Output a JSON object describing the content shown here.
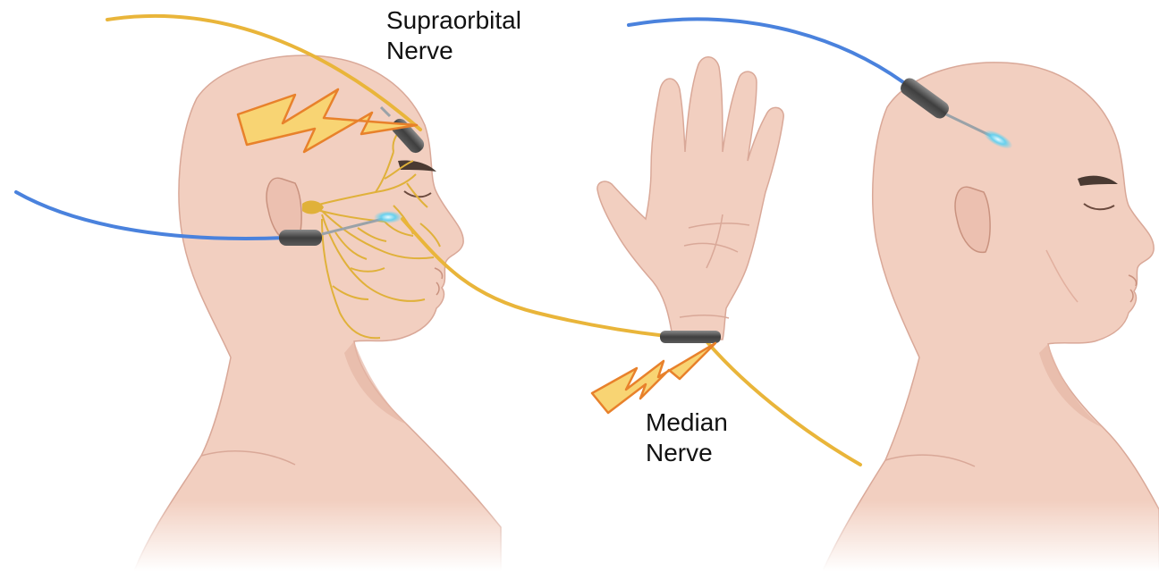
{
  "labels": {
    "supraorbital_line1": "Supraorbital",
    "supraorbital_line2": "Nerve",
    "median_line1": "Median",
    "median_line2": "Nerve"
  },
  "colors": {
    "skin": "#f2cfc0",
    "skin_shade": "#e2b09f",
    "skin_outline": "#c9927f",
    "nerve": "#e0b13a",
    "stim_wire": "#e9b53a",
    "record_wire": "#4a82dd",
    "bolt_fill": "#f8d473",
    "bolt_stroke": "#e8812b",
    "electrode": "#4a4a4a",
    "electrode_light": "#8a8a8a",
    "tip_glow": "#5ad0f2",
    "eyebrow": "#4a3a32"
  },
  "icons": {
    "stimulus": "lightning-bolt-icon",
    "recording": "electrode-icon"
  }
}
